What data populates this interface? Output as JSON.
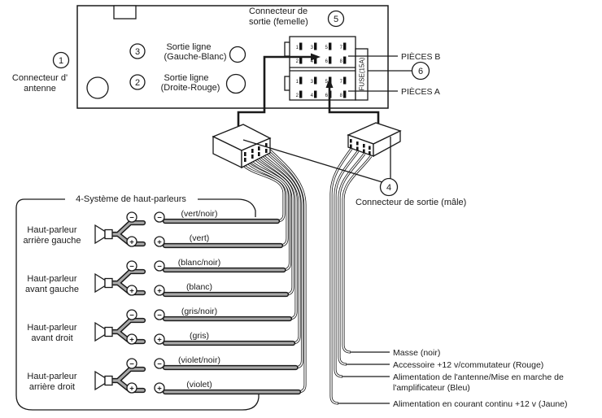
{
  "colors": {
    "ink": "#1a1a1a",
    "wire_gray": "#a9a9a9",
    "background": "#ffffff"
  },
  "head_unit": {
    "antenna_num": "1",
    "antenna_label": [
      "Connecteur d'",
      "antenne"
    ],
    "line_out_left_num": "3",
    "line_out_left": [
      "Sortie ligne",
      "(Gauche-Blanc)"
    ],
    "line_out_right_num": "2",
    "line_out_right": [
      "Sortie ligne",
      "(Droite-Rouge)"
    ],
    "female_num": "5",
    "female_label": [
      "Connecteur de",
      "sortie (femelle)"
    ],
    "fuse_label": "FUSE(15A)",
    "fuse_num": "6",
    "pieces_b": "PIÈCES B",
    "pieces_a": "PIÈCES A",
    "pin_rows": [
      [
        "1",
        "3",
        "5",
        "7"
      ],
      [
        "2",
        "4",
        "6",
        "8"
      ],
      [
        "1",
        "3",
        "5",
        "7"
      ],
      [
        "2",
        "4",
        "6",
        "8"
      ]
    ]
  },
  "male_connector": {
    "num": "4",
    "label": "Connecteur de sortie (mâle)"
  },
  "speakers": {
    "title": "4-Système de haut-parleurs",
    "polarity_neg": "−",
    "polarity_pos": "+",
    "items": [
      {
        "name": [
          "Haut-parleur",
          "arrière gauche"
        ],
        "neg_wire": "(vert/noir)",
        "pos_wire": "(vert)"
      },
      {
        "name": [
          "Haut-parleur",
          "avant gauche"
        ],
        "neg_wire": "(blanc/noir)",
        "pos_wire": "(blanc)"
      },
      {
        "name": [
          "Haut-parleur",
          "avant droit"
        ],
        "neg_wire": "(gris/noir)",
        "pos_wire": "(gris)"
      },
      {
        "name": [
          "Haut-parleur",
          "arrière droit"
        ],
        "neg_wire": "(violet/noir)",
        "pos_wire": "(violet)"
      }
    ]
  },
  "power_wires": {
    "masse": "Masse (noir)",
    "accessoire": "Accessoire +12 v/commutateur (Rouge)",
    "antenne_l1": "Alimentation de l'antenne/Mise en marche de",
    "antenne_l2": "l'amplificateur (Bleu)",
    "courant": "Alimentation en courant continu +12 v (Jaune)"
  }
}
